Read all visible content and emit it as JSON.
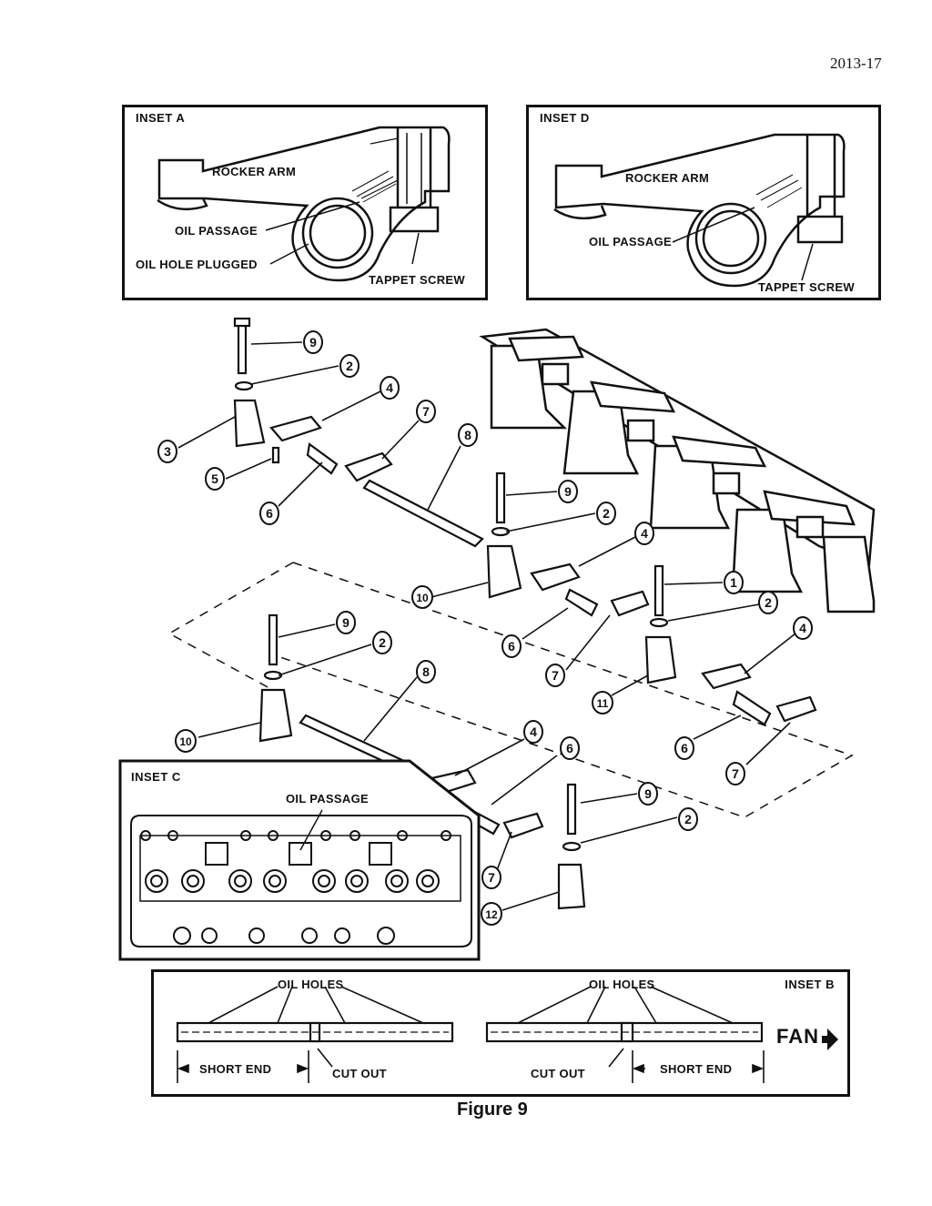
{
  "page_number": "2013-17",
  "figure_caption": "Figure 9",
  "inset_a": {
    "title": "INSET A",
    "labels": {
      "rocker_arm": "ROCKER ARM",
      "oil_passage": "OIL PASSAGE",
      "oil_hole_plugged": "OIL HOLE PLUGGED",
      "tappet_screw": "TAPPET SCREW"
    }
  },
  "inset_d": {
    "title": "INSET D",
    "labels": {
      "rocker_arm": "ROCKER ARM",
      "oil_passage": "OIL PASSAGE",
      "tappet_screw": "TAPPET SCREW"
    }
  },
  "inset_c": {
    "title": "INSET C",
    "labels": {
      "oil_passage": "OIL PASSAGE"
    }
  },
  "inset_b": {
    "title": "INSET B",
    "labels": {
      "oil_holes_left": "OIL HOLES",
      "oil_holes_right": "OIL HOLES",
      "short_end_left": "SHORT END",
      "cut_out_left": "CUT OUT",
      "cut_out_right": "CUT OUT",
      "short_end_right": "SHORT END",
      "fan": "FAN"
    }
  },
  "callouts": [
    {
      "n": "9"
    },
    {
      "n": "2"
    },
    {
      "n": "4"
    },
    {
      "n": "3"
    },
    {
      "n": "7"
    },
    {
      "n": "8"
    },
    {
      "n": "5"
    },
    {
      "n": "6"
    },
    {
      "n": "9"
    },
    {
      "n": "2"
    },
    {
      "n": "4"
    },
    {
      "n": "10"
    },
    {
      "n": "1"
    },
    {
      "n": "2"
    },
    {
      "n": "6"
    },
    {
      "n": "7"
    },
    {
      "n": "4"
    },
    {
      "n": "11"
    },
    {
      "n": "6"
    },
    {
      "n": "7"
    },
    {
      "n": "9"
    },
    {
      "n": "2"
    },
    {
      "n": "8"
    },
    {
      "n": "10"
    },
    {
      "n": "4"
    },
    {
      "n": "6"
    },
    {
      "n": "9"
    },
    {
      "n": "2"
    },
    {
      "n": "7"
    },
    {
      "n": "12"
    }
  ]
}
